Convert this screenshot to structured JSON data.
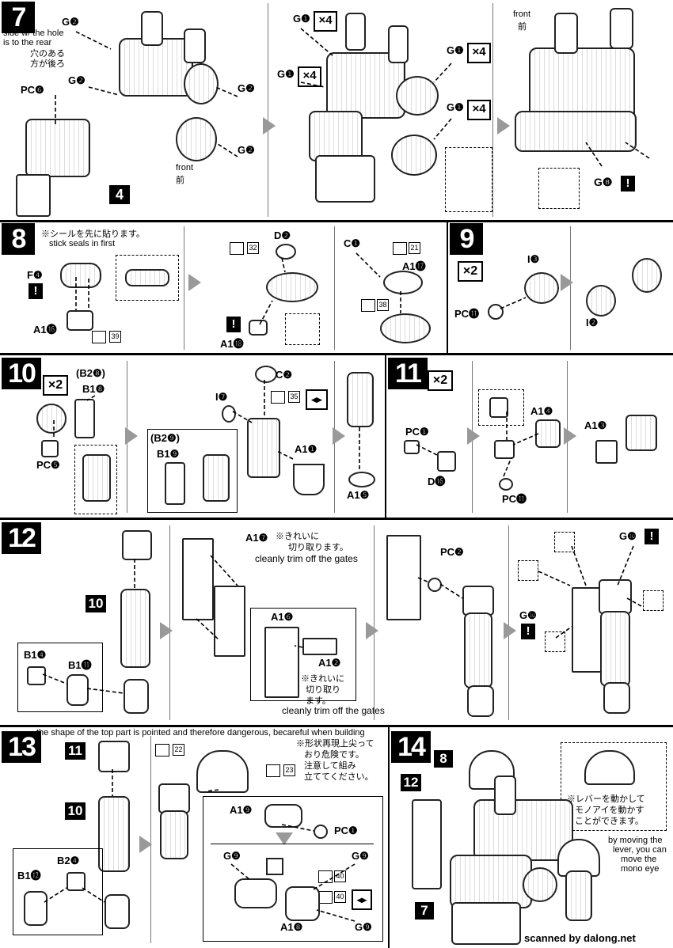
{
  "steps": {
    "s7": {
      "num": "7",
      "g2_a": "G❷",
      "g2_b": "G❷",
      "g2_c": "G❷",
      "g2_d": "G❷",
      "pc6": "PC❻",
      "note_en": "side w/ the hole is to the rear",
      "note_jp": "穴のある方が後ろ",
      "front_en": "front",
      "front_jp": "前",
      "ref": "4",
      "g1_a": "G❶",
      "g1_b": "G❶",
      "g1_c": "G❶",
      "g1_d": "G❶",
      "mult": "×4",
      "front2_en": "front",
      "front2_jp": "前",
      "g8": "G❽"
    },
    "s8": {
      "num": "8",
      "note_jp": "※シールを先に貼ります。",
      "note_en": "stick seals in first",
      "f4": "F❹",
      "a116": "A1⓰",
      "seal39": "39",
      "d2": "D❷",
      "seal32": "32",
      "a118": "A1⓲",
      "c1": "C❶",
      "seal21": "21",
      "a117": "A1⓱",
      "seal38": "38"
    },
    "s9": {
      "num": "9",
      "mult": "×2",
      "i3": "I❸",
      "pc11": "PC⓫",
      "i2": "I❷"
    },
    "s10": {
      "num": "10",
      "mult": "×2",
      "b28": "(B2❽)",
      "b18": "B1❽",
      "pc5": "PC❺",
      "b29": "(B2❾)",
      "b19": "B1❾",
      "i7": "I❼",
      "c2": "C❷",
      "seal35": "35",
      "a11": "A1❶",
      "a15": "A1❺"
    },
    "s11": {
      "num": "11",
      "mult": "×2",
      "pc1": "PC❶",
      "d16": "D⓰",
      "a14": "A1❹",
      "pc11": "PC⓫",
      "a13": "A1❸"
    },
    "s12": {
      "num": "12",
      "ref": "10",
      "b14": "B1❹",
      "b111": "B1⓫",
      "a17": "A1❼",
      "jp1": "※きれいに",
      "jp2": "切り取ります。",
      "en1": "cleanly trim off the gates",
      "a16": "A1❻",
      "a12": "A1❷",
      "jp3": "※きれいに",
      "jp4": "切り取り",
      "jp5": "ます。",
      "en2": "cleanly trim off the gates",
      "pc2": "PC❷",
      "g10a": "G❿",
      "g10b": "G❿"
    },
    "s13": {
      "num": "13",
      "warn_en": "the shape of the top part is pointed and therefore dangerous, becareful when building",
      "ref11": "11",
      "ref10": "10",
      "b12": "B1⓬",
      "b24": "B2❹",
      "seal22": "22",
      "seal23": "23",
      "jp1": "※形状再現上尖って",
      "jp2": "おり危険です。",
      "jp3": "注意して組み",
      "jp4": "立ててください。",
      "a19": "A1❾",
      "pc1": "PC❶",
      "g9a": "G❾",
      "g9b": "G❾",
      "g9c": "G❾",
      "seal40a": "40",
      "seal40b": "40",
      "a18": "A1❽"
    },
    "s14": {
      "num": "14",
      "ref8": "8",
      "ref12": "12",
      "ref7": "7",
      "jp1": "※レバーを動かして",
      "jp2": "モノアイを動かす",
      "jp3": "ことができます。",
      "en1": "by moving the",
      "en2": "lever, you can",
      "en3": "move the",
      "en4": "mono eye"
    },
    "credit": "scanned by dalong.net"
  }
}
